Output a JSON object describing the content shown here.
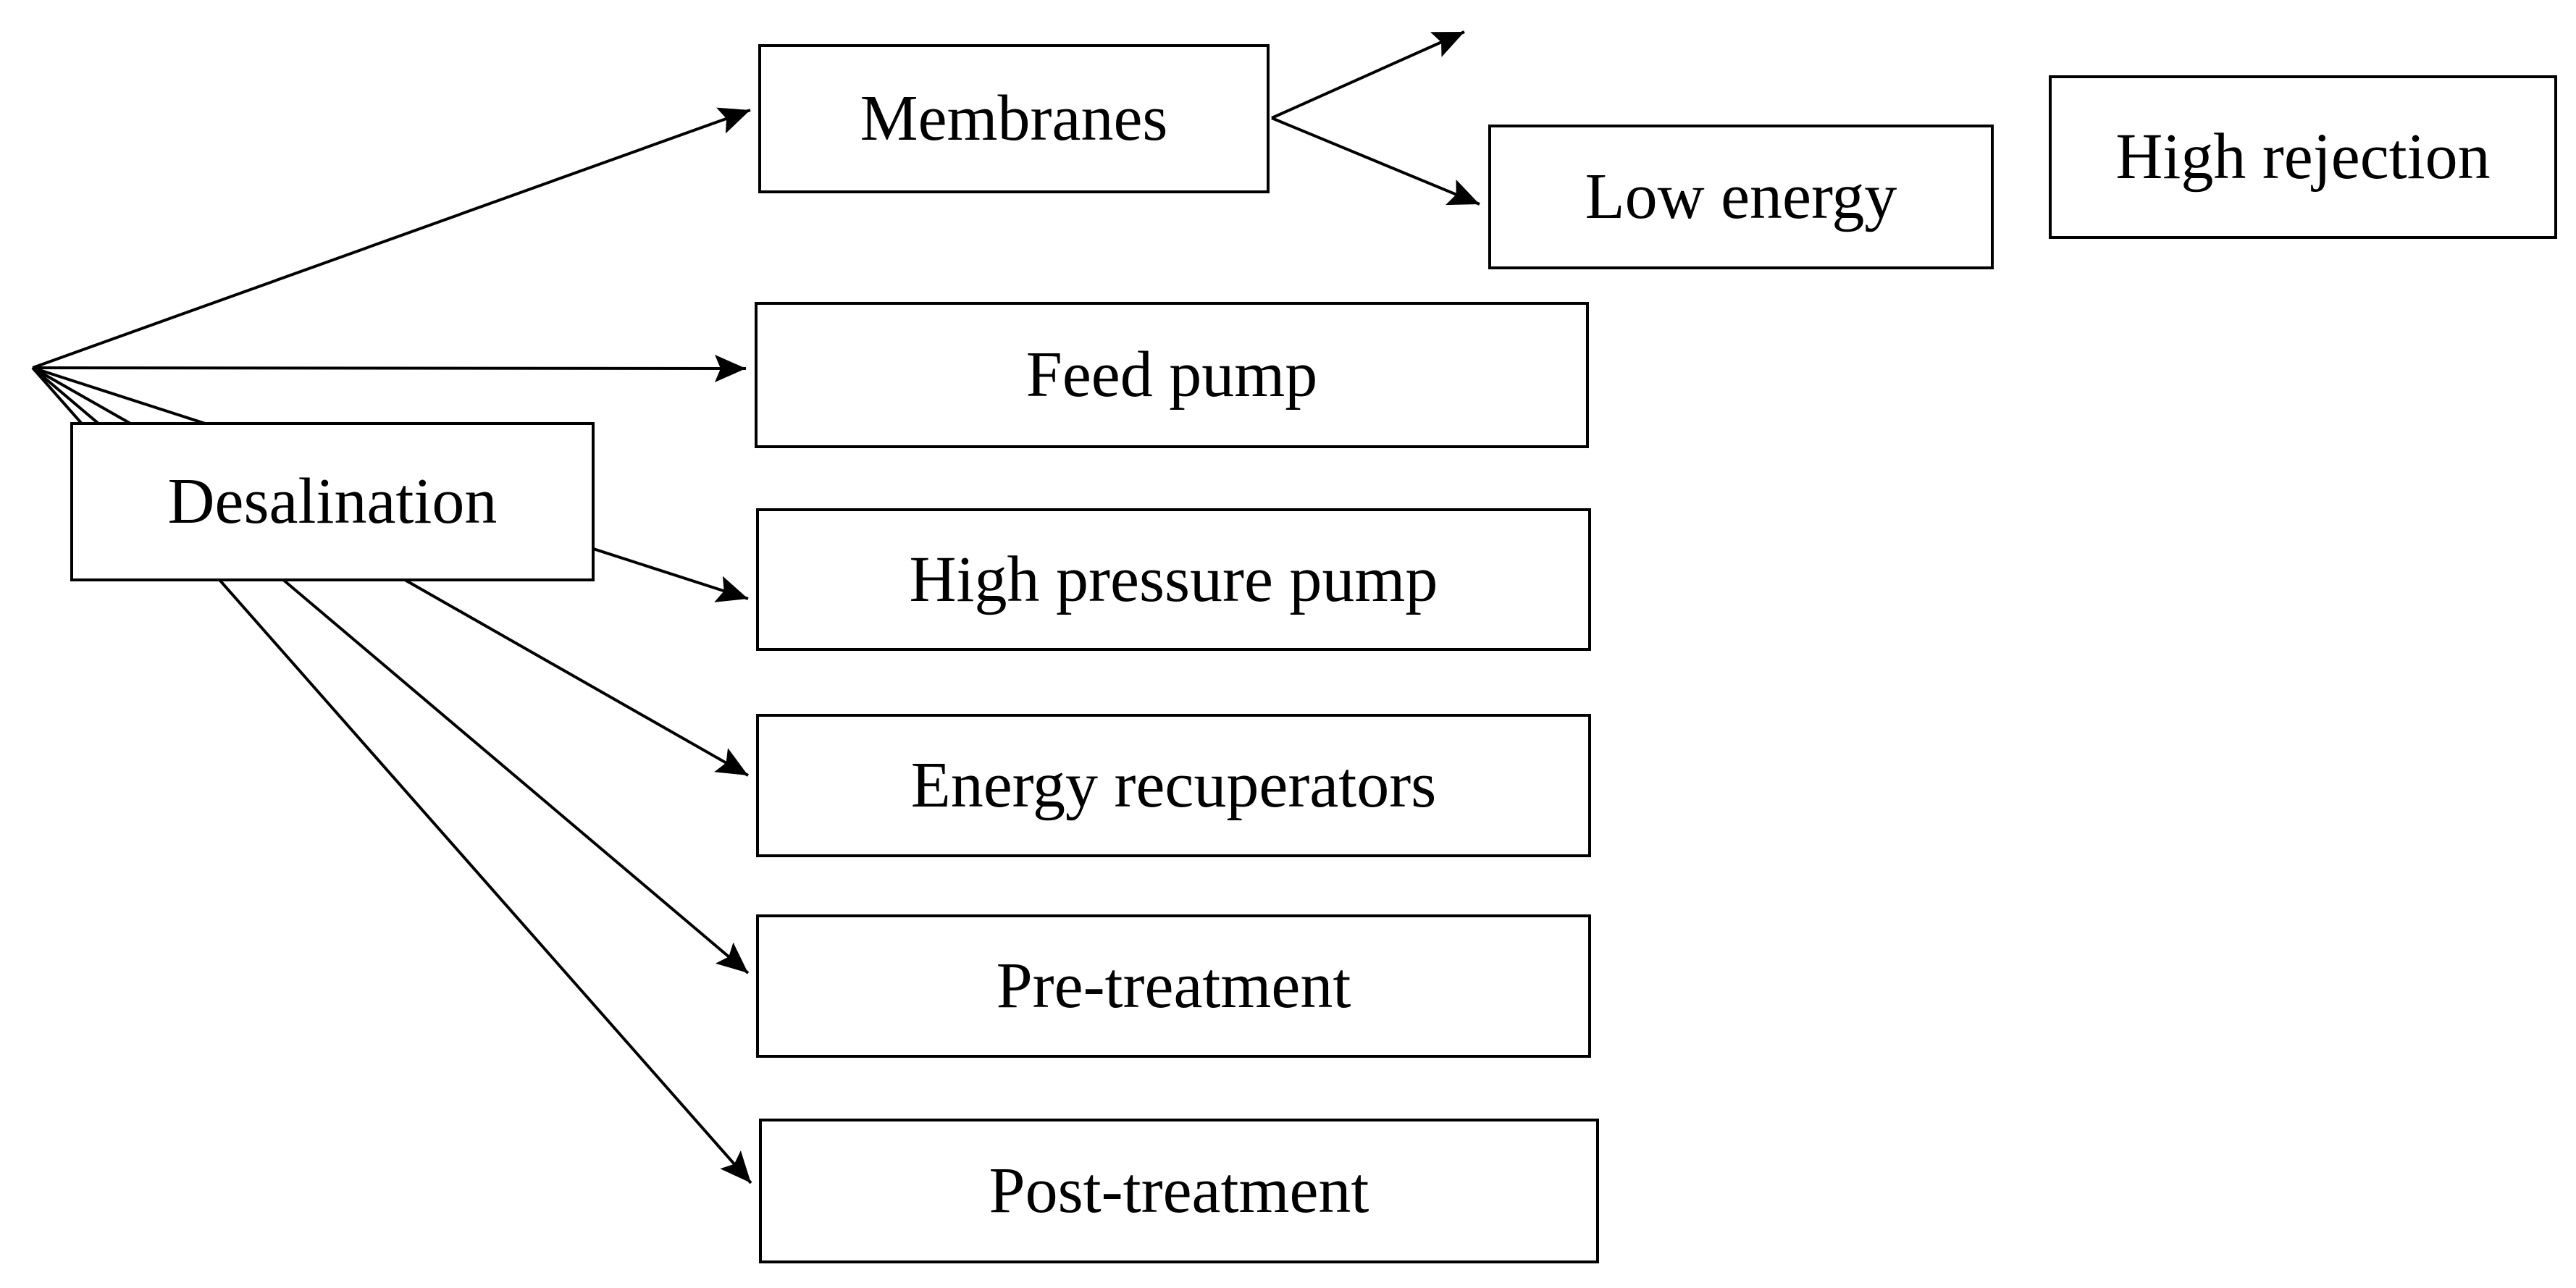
{
  "canvas": {
    "background": "#ffffff"
  },
  "colors": {
    "line": "#000000",
    "box_border": "#000000",
    "box_fill": "#ffffff",
    "text": "#000000"
  },
  "nodes": {
    "desalination": {
      "label": "Desalination"
    },
    "membranes": {
      "label": "Membranes"
    },
    "feed_pump": {
      "label": "Feed pump"
    },
    "high_pressure_pump": {
      "label": "High pressure pump"
    },
    "energy_recuperators": {
      "label": "Energy recuperators"
    },
    "pre_treatment": {
      "label": "Pre-treatment"
    },
    "post_treatment": {
      "label": "Post-treatment"
    },
    "low_energy": {
      "label": "Low energy"
    },
    "high_rejection": {
      "label": "High rejection"
    }
  },
  "edges": [
    {
      "from": "Desalination",
      "to": "Membranes"
    },
    {
      "from": "Desalination",
      "to": "Feed pump"
    },
    {
      "from": "Desalination",
      "to": "High pressure pump"
    },
    {
      "from": "Desalination",
      "to": "Energy recuperators"
    },
    {
      "from": "Desalination",
      "to": "Pre-treatment"
    },
    {
      "from": "Desalination",
      "to": "Post-treatment"
    },
    {
      "from": "Membranes",
      "to": "Low energy"
    },
    {
      "from": "Membranes",
      "to": "",
      "note": "open-ended arrow pointing up-right, no target box drawn"
    }
  ]
}
